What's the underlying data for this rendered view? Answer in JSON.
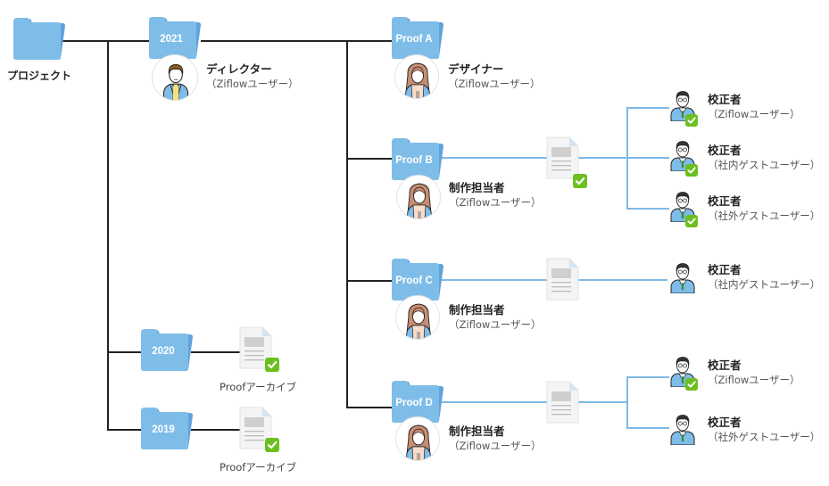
{
  "root": {
    "label": "プロジェクト"
  },
  "folders": {
    "y2021": "2021",
    "y2020": "2020",
    "y2019": "2019",
    "proof_a": "Proof A",
    "proof_b": "Proof B",
    "proof_c": "Proof C",
    "proof_d": "Proof D"
  },
  "roles": {
    "director": {
      "title": "ディレクター",
      "type": "（Ziflowユーザー）"
    },
    "designer": {
      "title": "デザイナー",
      "type": "（Ziflowユーザー）"
    },
    "producer_b": {
      "title": "制作担当者",
      "type": "（Ziflowユーザー）"
    },
    "producer_c": {
      "title": "制作担当者",
      "type": "（Ziflowユーザー）"
    },
    "producer_d": {
      "title": "制作担当者",
      "type": "（Ziflowユーザー）"
    }
  },
  "reviewers": {
    "b1": {
      "title": "校正者",
      "type": "（Ziflowユーザー）",
      "approved": true
    },
    "b2": {
      "title": "校正者",
      "type": "（社内ゲストユーザー）",
      "approved": true
    },
    "b3": {
      "title": "校正者",
      "type": "（社外ゲストユーザー）",
      "approved": true
    },
    "c1": {
      "title": "校正者",
      "type": "（社内ゲストユーザー）",
      "approved": false
    },
    "d1": {
      "title": "校正者",
      "type": "（Ziflowユーザー）",
      "approved": true
    },
    "d2": {
      "title": "校正者",
      "type": "（社外ゲストユーザー）",
      "approved": false
    }
  },
  "archives": {
    "a2020": "Proofアーカイブ",
    "a2019": "Proofアーカイブ"
  },
  "colors": {
    "folder": "#7fbde9",
    "folder_back": "#5ea3dc",
    "connector_black": "#222222",
    "connector_blue": "#7fb9e6",
    "check_green": "#6cbf1e"
  }
}
